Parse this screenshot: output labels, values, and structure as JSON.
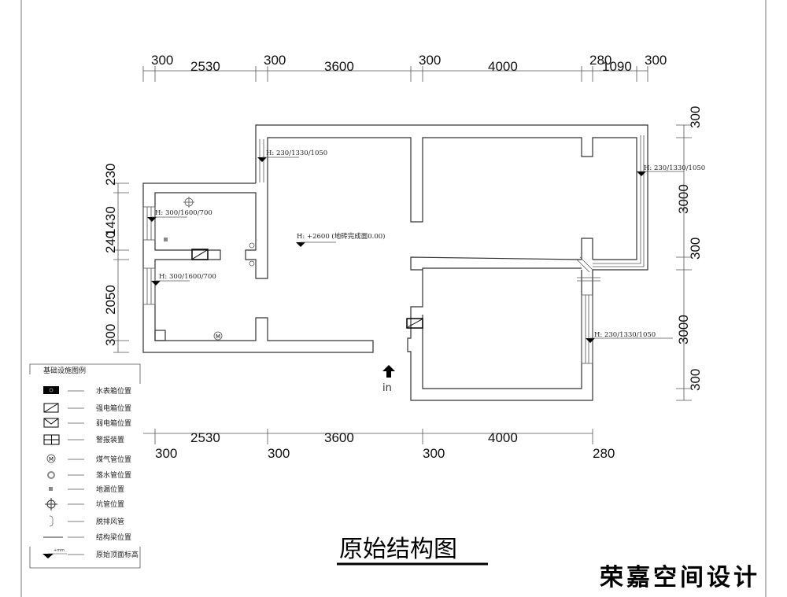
{
  "dimensions": {
    "top": [
      "300",
      "2530",
      "300",
      "3600",
      "300",
      "4000",
      "280",
      "1090",
      "300"
    ],
    "bottom": [
      "2530",
      "3600",
      "4000",
      "300",
      "300",
      "300",
      "280"
    ],
    "left": [
      "230",
      "1430",
      "240",
      "2050",
      "300"
    ],
    "right": [
      "300",
      "3000",
      "300",
      "3000",
      "300"
    ]
  },
  "annotations": {
    "window_top_center": "H: 230/1330/1050",
    "window_right_upper": "H: 230/1330/1050",
    "window_right_lower": "H: 230/1330/1050",
    "window_left_upper": "H: 300/1600/700",
    "window_left_lower": "H: 300/1600/700",
    "ceiling": "H: +2600 (地砖完成面0.00)",
    "entrance": "in"
  },
  "legend": {
    "title": "基础设施图例",
    "elevation_mark": "+mm",
    "items": [
      {
        "icon": "water-meter-box-icon",
        "label": "水表箱位置"
      },
      {
        "icon": "strong-electric-box-icon",
        "label": "强电箱位置"
      },
      {
        "icon": "weak-electric-box-icon",
        "label": "弱电箱位置"
      },
      {
        "icon": "alarm-device-icon",
        "label": "警报装置"
      },
      {
        "icon": "gas-pipe-icon",
        "label": "煤气管位置"
      },
      {
        "icon": "drain-pipe-icon",
        "label": "落水管位置"
      },
      {
        "icon": "floor-drain-icon",
        "label": "地漏位置"
      },
      {
        "icon": "pit-pipe-icon",
        "label": "坑管位置"
      },
      {
        "icon": "exhaust-duct-icon",
        "label": "脱排风管"
      },
      {
        "icon": "beam-icon",
        "label": "结构梁位置"
      },
      {
        "icon": "ceiling-elevation-icon",
        "label": "原始顶面标高"
      }
    ]
  },
  "title": "原始结构图",
  "brand": "荣嘉空间设计"
}
